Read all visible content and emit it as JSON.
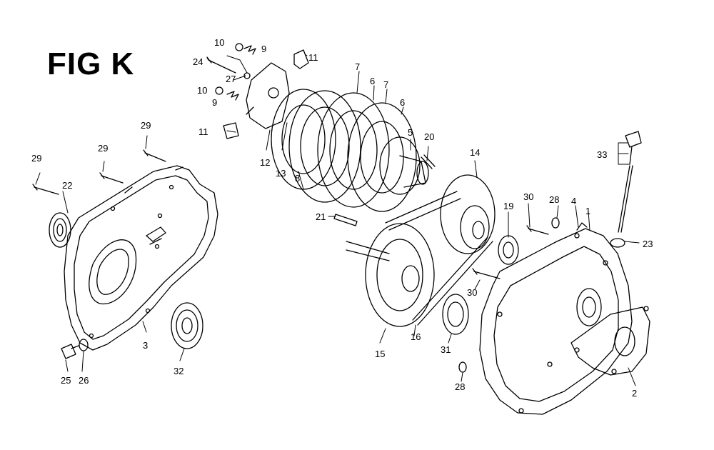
{
  "figure": {
    "title": "FIG K"
  },
  "callouts": [
    {
      "id": "c1",
      "label": "1"
    },
    {
      "id": "c2",
      "label": "2"
    },
    {
      "id": "c3",
      "label": "3"
    },
    {
      "id": "c4",
      "label": "4"
    },
    {
      "id": "c5",
      "label": "5"
    },
    {
      "id": "c6a",
      "label": "6"
    },
    {
      "id": "c6b",
      "label": "6"
    },
    {
      "id": "c7a",
      "label": "7"
    },
    {
      "id": "c7b",
      "label": "7"
    },
    {
      "id": "c8",
      "label": "8"
    },
    {
      "id": "c9a",
      "label": "9"
    },
    {
      "id": "c9b",
      "label": "9"
    },
    {
      "id": "c10a",
      "label": "10"
    },
    {
      "id": "c10b",
      "label": "10"
    },
    {
      "id": "c11a",
      "label": "11"
    },
    {
      "id": "c11b",
      "label": "11"
    },
    {
      "id": "c12",
      "label": "12"
    },
    {
      "id": "c13",
      "label": "13"
    },
    {
      "id": "c14",
      "label": "14"
    },
    {
      "id": "c15",
      "label": "15"
    },
    {
      "id": "c16",
      "label": "16"
    },
    {
      "id": "c19",
      "label": "19"
    },
    {
      "id": "c20",
      "label": "20"
    },
    {
      "id": "c21",
      "label": "21"
    },
    {
      "id": "c22",
      "label": "22"
    },
    {
      "id": "c23",
      "label": "23"
    },
    {
      "id": "c24",
      "label": "24"
    },
    {
      "id": "c25",
      "label": "25"
    },
    {
      "id": "c26",
      "label": "26"
    },
    {
      "id": "c27",
      "label": "27"
    },
    {
      "id": "c28a",
      "label": "28"
    },
    {
      "id": "c28b",
      "label": "28"
    },
    {
      "id": "c29a",
      "label": "29"
    },
    {
      "id": "c29b",
      "label": "29"
    },
    {
      "id": "c29c",
      "label": "29"
    },
    {
      "id": "c30a",
      "label": "30"
    },
    {
      "id": "c30b",
      "label": "30"
    },
    {
      "id": "c31",
      "label": "31"
    },
    {
      "id": "c32",
      "label": "32"
    },
    {
      "id": "c33",
      "label": "33"
    }
  ]
}
